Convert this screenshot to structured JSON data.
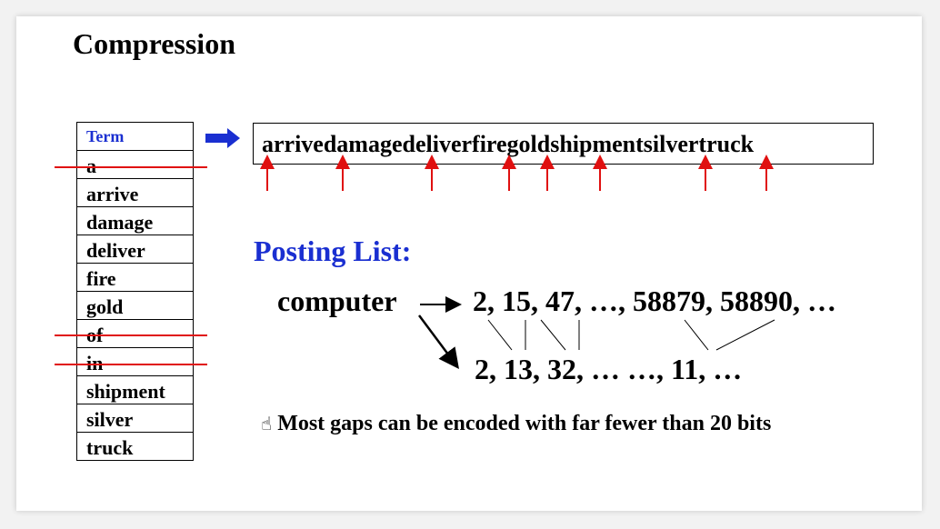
{
  "slide": {
    "title": "Compression",
    "term_table": {
      "header": "Term",
      "rows": [
        "a",
        "arrive",
        "damage",
        "deliver",
        "fire",
        "gold",
        "of",
        "in",
        "shipment",
        "silver",
        "truck"
      ]
    },
    "dictionary_string": "arrivedamagedeliverfiregoldshipmentsilvertruck",
    "posting": {
      "title": "Posting List:",
      "term": "computer",
      "doc_ids": "2, 15, 47, …, 58879, 58890, …",
      "gaps": "2, 13, 32, … …, 11, …"
    },
    "note": {
      "icon": "hand-pointer-icon",
      "text": "Most gaps can be encoded with far fewer than 20 bits"
    },
    "colors": {
      "accent_blue": "#1a2fd1",
      "strike_red": "#e01010"
    }
  }
}
